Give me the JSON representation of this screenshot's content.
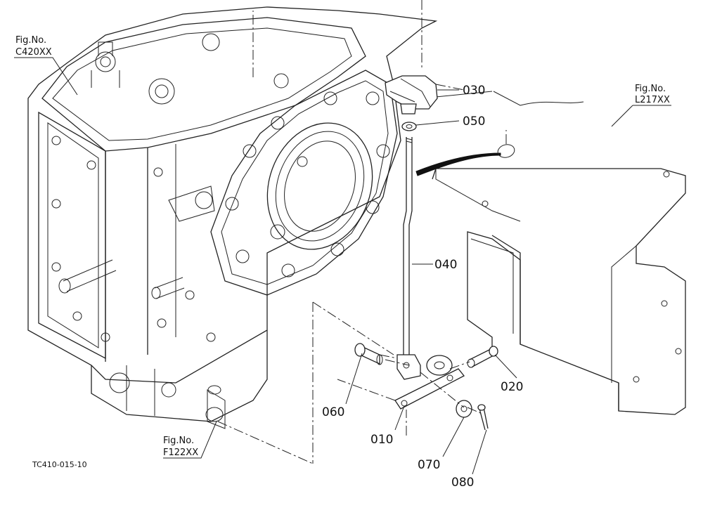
{
  "figure_refs": {
    "c420": {
      "line1": "Fig.No.",
      "line2": "C420XX"
    },
    "l217": {
      "line1": "Fig.No.",
      "line2": "L217XX"
    },
    "f122": {
      "line1": "Fig.No.",
      "line2": "F122XX"
    }
  },
  "parts": {
    "p010": "010",
    "p020": "020",
    "p030": "030",
    "p040": "040",
    "p050": "050",
    "p060": "060",
    "p070": "070",
    "p080": "080"
  },
  "drawing_code": "TC410-015-10"
}
